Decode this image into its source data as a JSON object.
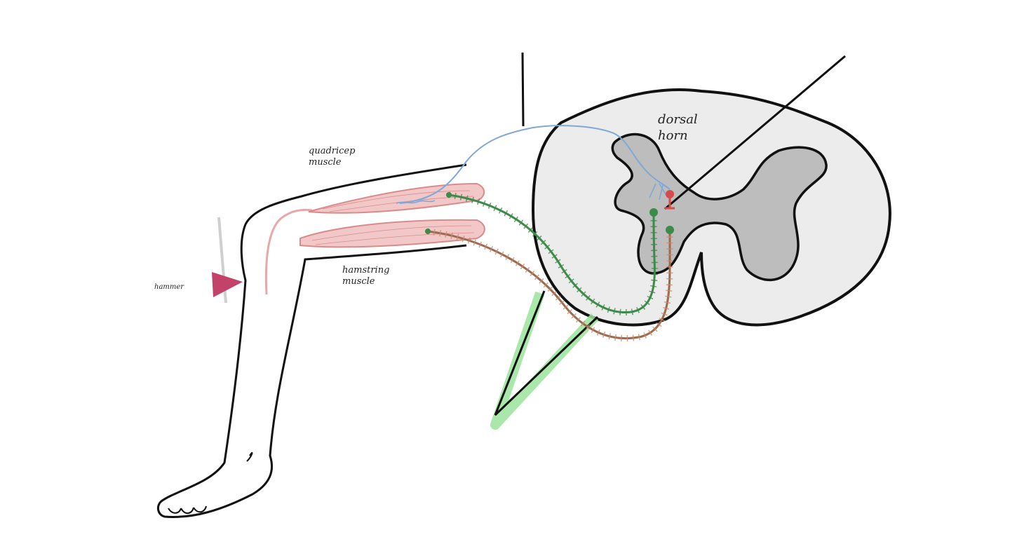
{
  "labels": {
    "quadricep": "quadricep\nmuscle",
    "hamstring": "hamstring\nmuscle",
    "dorsal_horn": "dorsal\nhorn",
    "hammer": "hammer"
  },
  "colors": {
    "outline": "#111111",
    "cord_white_matter": "#ececec",
    "cord_gray_matter": "#bdbdbd",
    "muscle_fill": "#f2c7c7",
    "muscle_stroke": "#d98b8b",
    "sensory_neuron": "#7fa8d6",
    "inhibitory_synapse": "#d94a4a",
    "motor_neuron_quad": "#3e8a4a",
    "motor_neuron_ham": "#9a6b4f",
    "highlight": "#9be39b",
    "hammer": "#c2426a"
  }
}
